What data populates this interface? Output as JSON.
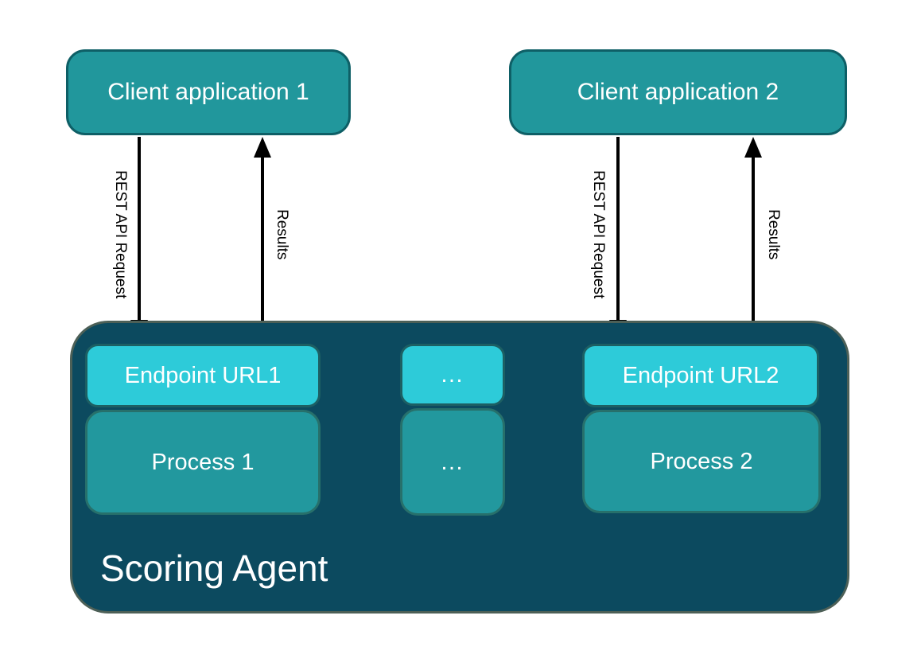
{
  "diagram": {
    "title": "Scoring Agent"
  },
  "colors": {
    "client_fill": "#21979c",
    "client_border": "#0e5f66",
    "agent_fill": "#0c4a5f",
    "agent_border": "#4d6057",
    "endpoint_fill": "#2dcbd9",
    "endpoint_border": "#1d5f63",
    "process_fill": "#22989e",
    "process_border": "#27706b",
    "arrow_color": "#000000",
    "text_light": "#ffffff",
    "text_dark": "#000000"
  },
  "nodes": {
    "client1": {
      "label": "Client application 1"
    },
    "client2": {
      "label": "Client application 2"
    },
    "scoring_agent": {
      "label": "Scoring Agent"
    },
    "endpoint1": {
      "label": "Endpoint URL1"
    },
    "process1": {
      "label": "Process 1"
    },
    "endpoint_more": {
      "label": "…"
    },
    "process_more": {
      "label": "…"
    },
    "endpoint2": {
      "label": "Endpoint URL2"
    },
    "process2": {
      "label": "Process 2"
    }
  },
  "arrows": [
    {
      "label": "REST API Request",
      "direction": "down",
      "from": "Client application 1",
      "to": "Endpoint URL1"
    },
    {
      "label": "Results",
      "direction": "up",
      "from": "Endpoint URL1",
      "to": "Client application 1"
    },
    {
      "label": "REST API Request",
      "direction": "down",
      "from": "Client application 2",
      "to": "Endpoint URL2"
    },
    {
      "label": "Results",
      "direction": "up",
      "from": "Endpoint URL2",
      "to": "Client application 2"
    }
  ]
}
